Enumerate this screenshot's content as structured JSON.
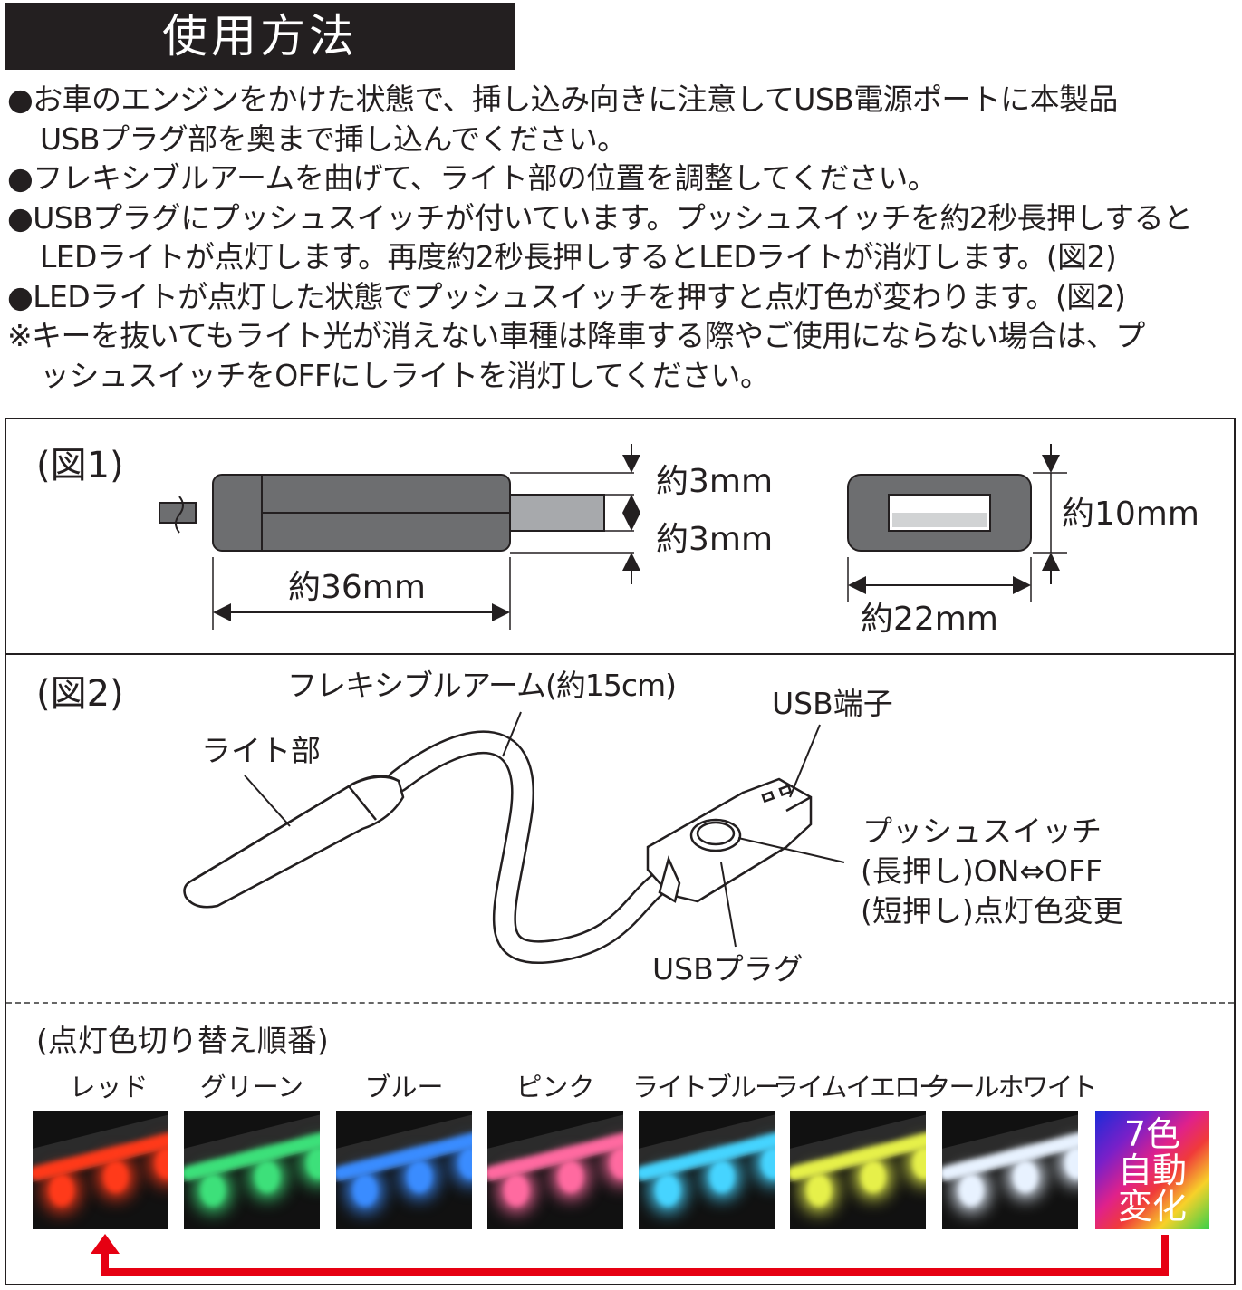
{
  "header": {
    "title": "使用方法"
  },
  "instructions": [
    {
      "text": "●お車のエンジンをかけた状態で、挿し込み向きに注意してUSB電源ポートに本製品",
      "indent": false
    },
    {
      "text": "USBプラグ部を奥まで挿し込んでください。",
      "indent": true
    },
    {
      "text": "●フレキシブルアームを曲げて、ライト部の位置を調整してください。",
      "indent": false
    },
    {
      "text": "●USBプラグにプッシュスイッチが付いています。プッシュスイッチを約2秒長押しすると",
      "indent": false
    },
    {
      "text": "LEDライトが点灯します。再度約2秒長押しするとLEDライトが消灯します。(図2)",
      "indent": true
    },
    {
      "text": "●LEDライトが点灯した状態でプッシュスイッチを押すと点灯色が変わります。(図2)",
      "indent": false
    },
    {
      "text": "※キーを抜いてもライト光が消えない車種は降車する際やご使用にならない場合は、プ",
      "indent": false
    },
    {
      "text": "ッシュスイッチをOFFにしライトを消灯してください。",
      "indent": true
    }
  ],
  "fig1": {
    "label": "(図1)",
    "dim_top": "約3mm",
    "dim_bottom": "約3mm",
    "dim_length": "約36mm",
    "dim_height": "約10mm",
    "dim_width": "約22mm"
  },
  "fig2": {
    "label": "(図2)",
    "arm": "フレキシブルアーム(約15cm)",
    "light": "ライト部",
    "usb_terminal": "USB端子",
    "switch": "プッシュスイッチ",
    "long_press": "(長押し)ON⇔OFF",
    "short_press": "(短押し)点灯色変更",
    "usb_plug": "USBプラグ"
  },
  "colors": {
    "title": "(点灯色切り替え順番)",
    "items": [
      {
        "name": "レッド",
        "color": "#ff3a1a"
      },
      {
        "name": "グリーン",
        "color": "#3de07a"
      },
      {
        "name": "ブルー",
        "color": "#3a8cff"
      },
      {
        "name": "ピンク",
        "color": "#ff6aa0"
      },
      {
        "name": "ライトブルー",
        "color": "#46d4ff"
      },
      {
        "name": "ライムイエロー",
        "color": "#e6f04a"
      },
      {
        "name": "クールホワイト",
        "color": "#e8f2ff"
      }
    ],
    "auto_line1": "7色",
    "auto_line2": "自動",
    "auto_line3": "変化",
    "arrow_color": "#e60012"
  }
}
